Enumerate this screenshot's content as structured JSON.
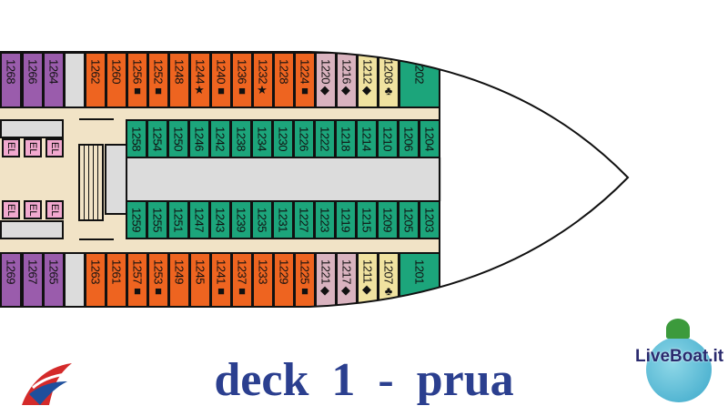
{
  "title": "deck 1 - prua",
  "colors": {
    "purple": "#9a5cac",
    "orange": "#ee6420",
    "pink": "#d9b3bf",
    "yellow": "#f0e2a0",
    "green": "#1ca57b",
    "grey": "#dcdcdc",
    "title": "#2b3f8f"
  },
  "outer_top": [
    {
      "n": "1268",
      "c": "purple"
    },
    {
      "n": "1266",
      "c": "purple"
    },
    {
      "n": "1264",
      "c": "purple"
    },
    {
      "n": "",
      "c": "grey"
    },
    {
      "n": "1262",
      "c": "orange"
    },
    {
      "n": "1260",
      "c": "orange"
    },
    {
      "n": "1256■",
      "c": "orange"
    },
    {
      "n": "1252■",
      "c": "orange"
    },
    {
      "n": "1248",
      "c": "orange"
    },
    {
      "n": "1244★",
      "c": "orange"
    },
    {
      "n": "1240■",
      "c": "orange"
    },
    {
      "n": "1236■",
      "c": "orange"
    },
    {
      "n": "1232★",
      "c": "orange"
    },
    {
      "n": "1228",
      "c": "orange"
    },
    {
      "n": "1224■",
      "c": "orange"
    },
    {
      "n": "1220◆",
      "c": "pink"
    },
    {
      "n": "1216◆",
      "c": "pink"
    },
    {
      "n": "1212◆",
      "c": "yellow"
    },
    {
      "n": "1208♣",
      "c": "yellow"
    },
    {
      "n": "1202",
      "c": "green"
    }
  ],
  "outer_bottom": [
    {
      "n": "1269",
      "c": "purple"
    },
    {
      "n": "1267",
      "c": "purple"
    },
    {
      "n": "1265",
      "c": "purple"
    },
    {
      "n": "",
      "c": "grey"
    },
    {
      "n": "1263",
      "c": "orange"
    },
    {
      "n": "1261",
      "c": "orange"
    },
    {
      "n": "1257■",
      "c": "orange"
    },
    {
      "n": "1253■",
      "c": "orange"
    },
    {
      "n": "1249",
      "c": "orange"
    },
    {
      "n": "1245",
      "c": "orange"
    },
    {
      "n": "1241■",
      "c": "orange"
    },
    {
      "n": "1237■",
      "c": "orange"
    },
    {
      "n": "1233",
      "c": "orange"
    },
    {
      "n": "1229",
      "c": "orange"
    },
    {
      "n": "1225■",
      "c": "orange"
    },
    {
      "n": "1221◆",
      "c": "pink"
    },
    {
      "n": "1217◆",
      "c": "pink"
    },
    {
      "n": "1211◆",
      "c": "yellow"
    },
    {
      "n": "1207♣",
      "c": "yellow"
    },
    {
      "n": "1201",
      "c": "green"
    }
  ],
  "inner_top": [
    "1258",
    "1254",
    "1250",
    "1246",
    "1242",
    "1238",
    "1234",
    "1230",
    "1226",
    "1222",
    "1218",
    "1214",
    "1210",
    "1206",
    "1204"
  ],
  "inner_bottom": [
    "1259",
    "1255",
    "1251",
    "1247",
    "1243",
    "1239",
    "1235",
    "1231",
    "1227",
    "1223",
    "1219",
    "1215",
    "1209",
    "1205",
    "1203"
  ],
  "elevator_label": "EL",
  "logo_text": "LiveBoat.it"
}
